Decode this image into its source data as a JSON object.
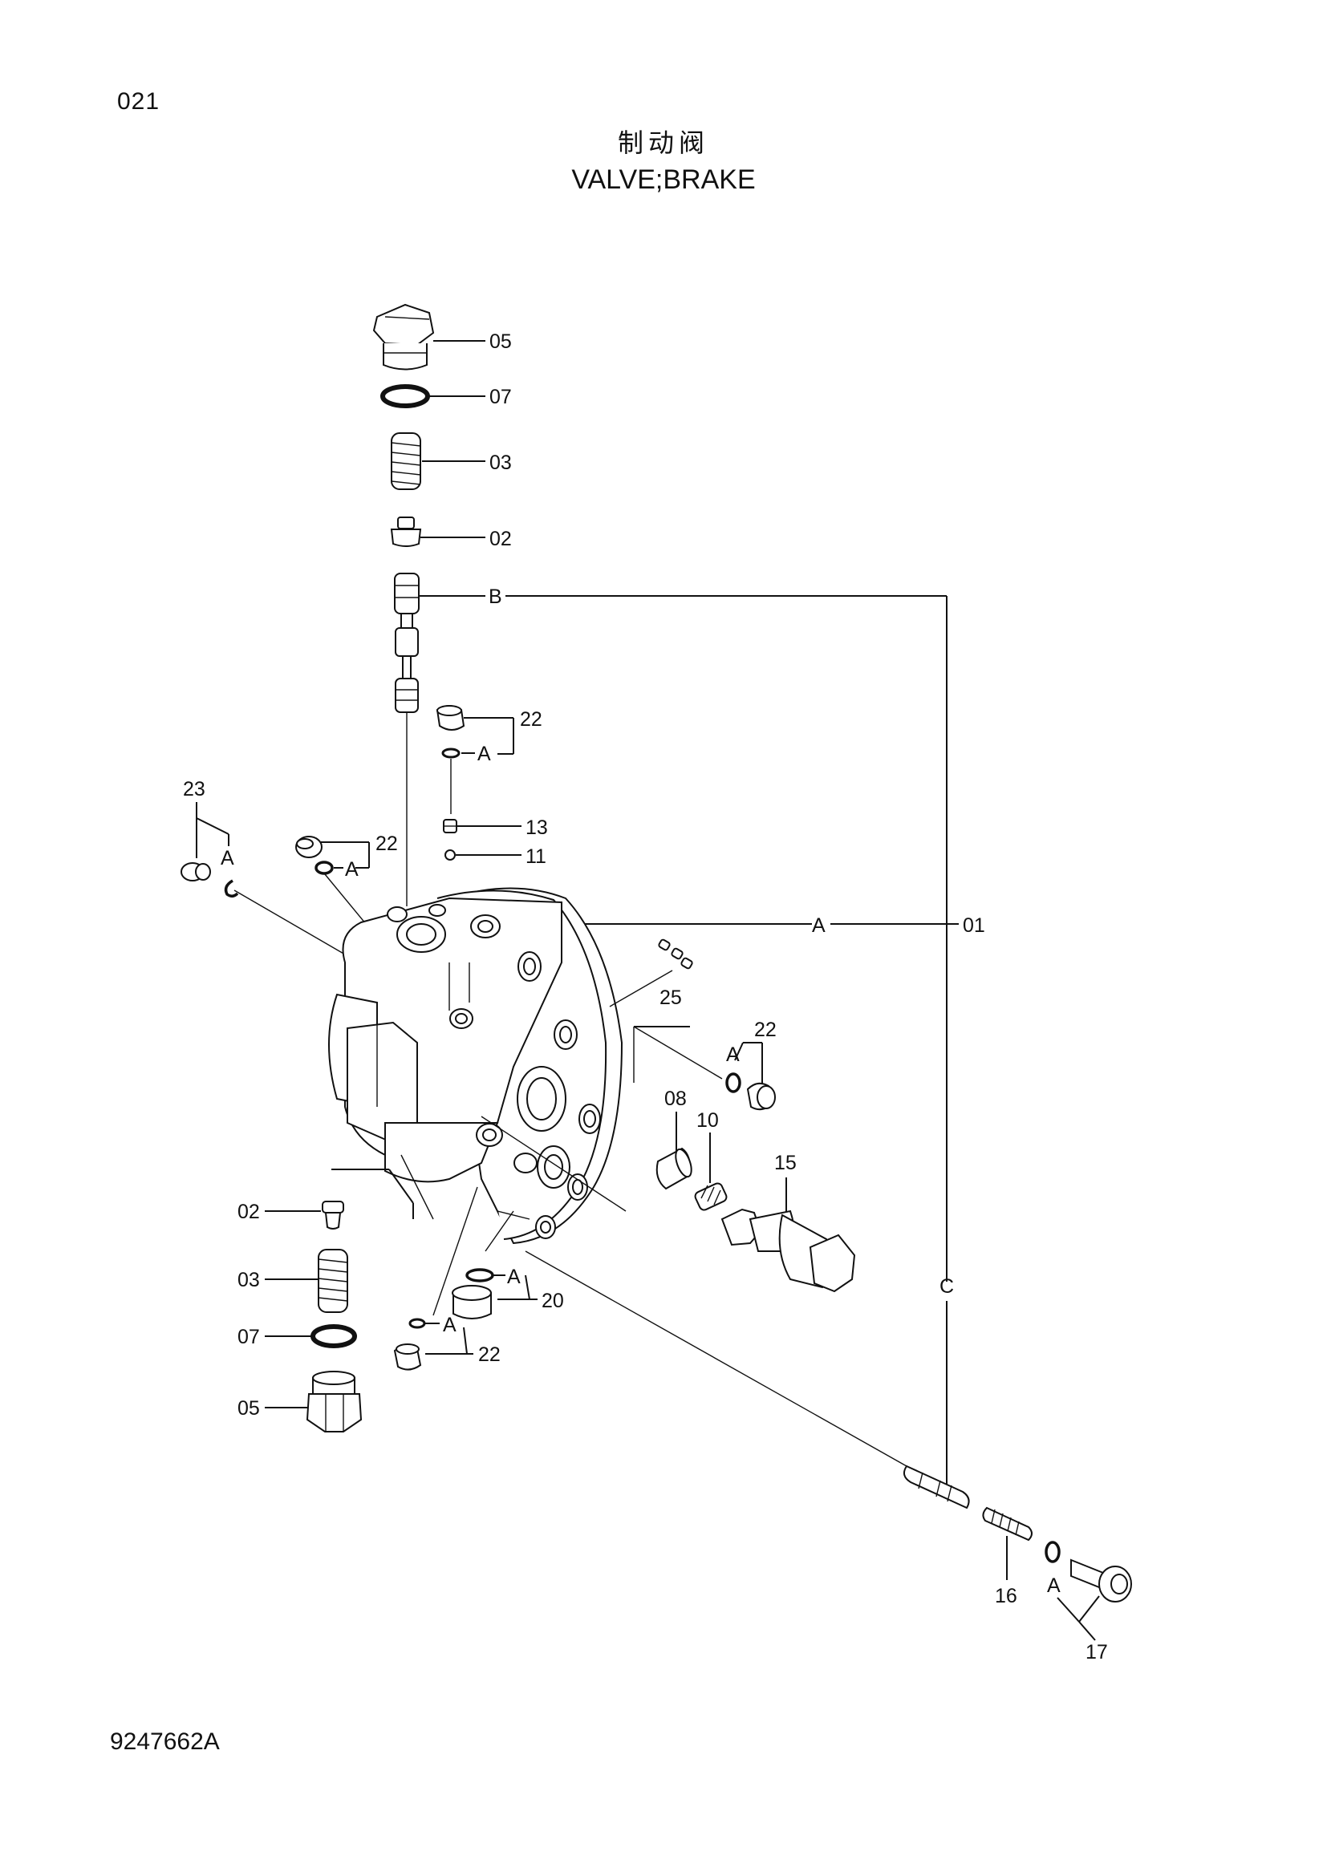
{
  "page_number": "021",
  "title_cn": "制动阀",
  "title_en": "VALVE;BRAKE",
  "drawing_number": "9247662A",
  "callouts": {
    "c_05_top": "05",
    "c_07_top": "07",
    "c_03_top": "03",
    "c_02_top": "02",
    "c_B": "B",
    "c_22_a": "22",
    "c_A_a": "A",
    "c_23": "23",
    "c_A_23": "A",
    "c_22_b": "22",
    "c_A_b": "A",
    "c_13": "13",
    "c_11": "11",
    "c_A_main": "A",
    "c_01": "01",
    "c_25": "25",
    "c_22_c": "22",
    "c_A_c": "A",
    "c_08": "08",
    "c_10": "10",
    "c_15": "15",
    "c_C": "C",
    "c_02_bot": "02",
    "c_03_bot": "03",
    "c_07_bot": "07",
    "c_05_bot": "05",
    "c_A_20": "A",
    "c_20": "20",
    "c_A_d": "A",
    "c_22_d": "22",
    "c_16": "16",
    "c_A_17": "A",
    "c_17": "17"
  }
}
